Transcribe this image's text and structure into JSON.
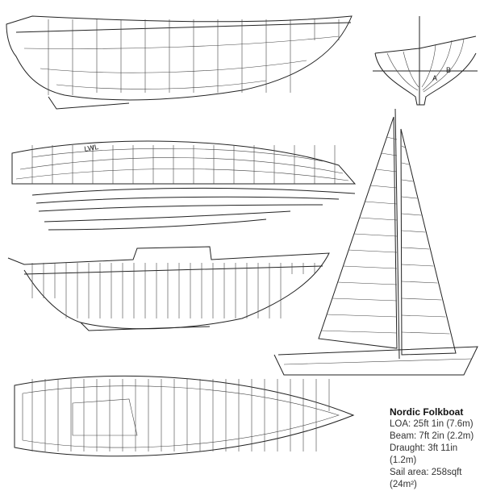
{
  "drawing": {
    "labels": {
      "lwl": "LWL",
      "a": "A",
      "b": "B"
    }
  },
  "specs": {
    "title": "Nordic Folkboat",
    "loa": "LOA: 25ft 1in (7.6m)",
    "beam": "Beam: 7ft 2in (2.2m)",
    "draught": "Draught: 3ft 11in (1.2m)",
    "sail_area": "Sail area: 258sqft (24m²)"
  }
}
